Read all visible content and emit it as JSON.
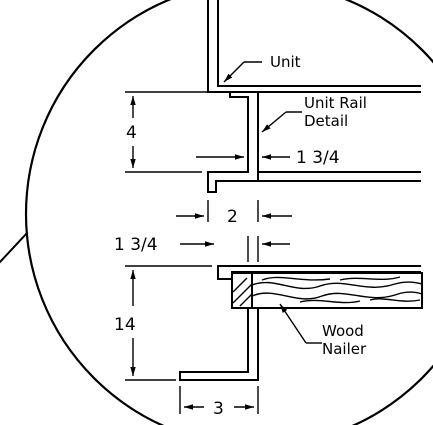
{
  "labels": {
    "unit": "Unit",
    "unit_rail_line1": "Unit  Rail",
    "unit_rail_line2": "Detail",
    "wood_line1": "Wood",
    "wood_line2": "Nailer"
  },
  "dimensions": {
    "rail_height": "4",
    "rail_thickness": "1 3/4",
    "rail_flange": "2",
    "curb_thickness": "1 3/4",
    "curb_height": "14",
    "curb_flange": "3"
  }
}
